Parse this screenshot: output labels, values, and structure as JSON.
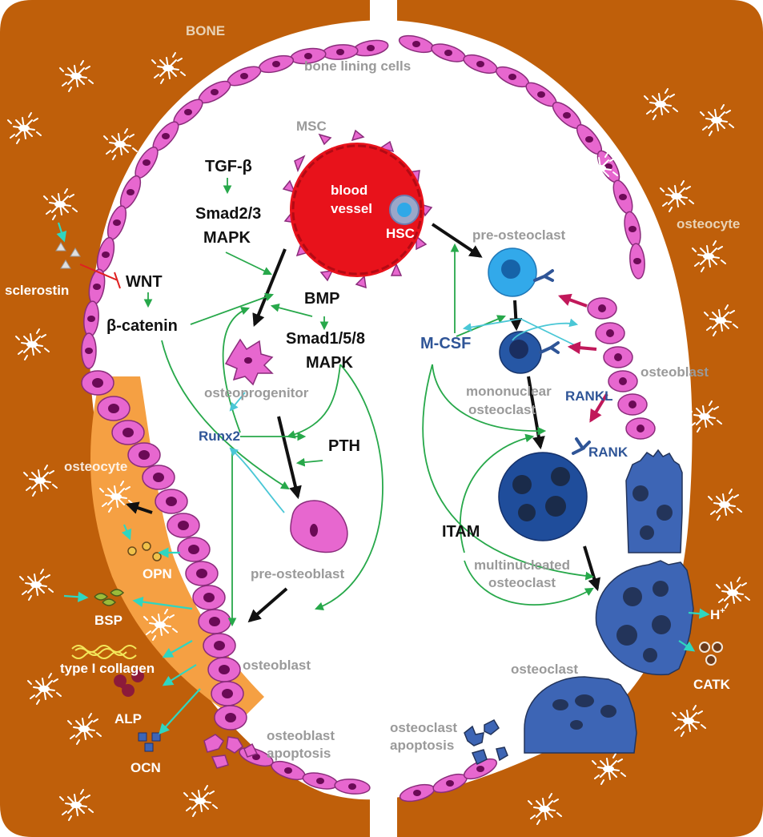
{
  "colors": {
    "bone": "#bf5f0a",
    "osteoid": "#f5a043",
    "cell_pink": "#e767cf",
    "cell_outline": "#8a2c7b",
    "nucleus": "#6b0a56",
    "vessel": "#e8121b",
    "osteoclast": "#3d65b5",
    "osteoclast_dark": "#23345a",
    "signal_green": "#27a84a",
    "cyan": "#2fd6c0",
    "rank_magenta": "#c1185a",
    "inhibit_red": "#e02020"
  },
  "labels": {
    "bone": "BONE",
    "bone_lining_cells": "bone lining cells",
    "msc": "MSC",
    "blood_vessel_1": "blood",
    "blood_vessel_2": "vessel",
    "hsc": "HSC",
    "osteocyte_right": "osteocyte",
    "osteocyte_left": "osteocyte",
    "sclerostin": "sclerostin",
    "wnt": "WNT",
    "beta_catenin": "β-catenin",
    "tgf_beta": "TGF-β",
    "smad23": "Smad2/3",
    "mapk1": "MAPK",
    "bmp": "BMP",
    "smad158": "Smad1/5/8",
    "mapk2": "MAPK",
    "osteoprogenitor": "osteoprogenitor",
    "runx2": "Runx2",
    "pth": "PTH",
    "pre_osteoblast": "pre-osteoblast",
    "osteoblast_main": "osteoblast",
    "osteoblast_apoptosis_1": "osteoblast",
    "osteoblast_apoptosis_2": "apoptosis",
    "opn": "OPN",
    "bsp": "BSP",
    "type_i_collagen": "type I collagen",
    "alp": "ALP",
    "ocn": "OCN",
    "pre_osteoclast": "pre-osteoclast",
    "m_csf": "M-CSF",
    "mononuclear_1": "mononuclear",
    "mononuclear_2": "osteoclast",
    "rankl": "RANKL",
    "rank": "RANK",
    "osteoblast_right": "osteoblast",
    "itam": "ITAM",
    "multinucleated_1": "multinucleated",
    "multinucleated_2": "osteoclast",
    "h_plus": "H",
    "h_plus_sup": "+",
    "catk": "CATK",
    "osteoclast": "osteoclast",
    "osteoclast_apoptosis_1": "osteoclast",
    "osteoclast_apoptosis_2": "apoptosis"
  }
}
